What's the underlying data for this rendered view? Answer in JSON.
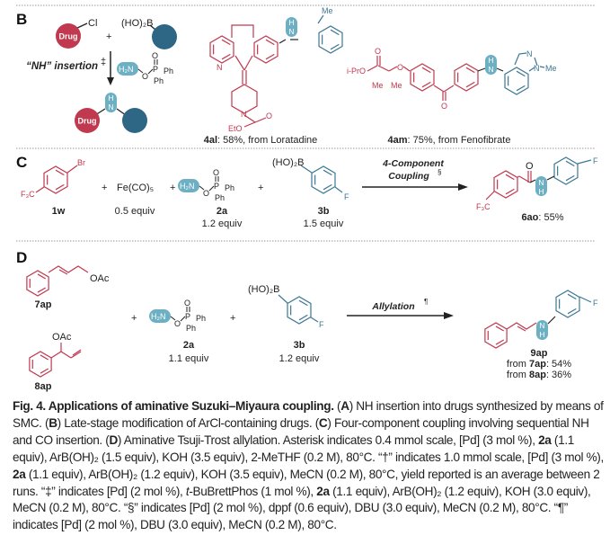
{
  "colors": {
    "drug": "#c0394f",
    "partner": "#2e6685",
    "nh": "#6db0c3",
    "blue_struct": "#3d7893"
  },
  "panel_b": {
    "label": "B",
    "drug": "Drug",
    "cl": "Cl",
    "plus": "+",
    "boronic": "(HO)₂B",
    "insertion": "“NH” insertion",
    "insertion_mark": "‡",
    "reagent": {
      "h2n": "H₂N",
      "o": "O",
      "p": "P",
      "o_top": "O",
      "ph1": "Ph",
      "ph2": "Ph"
    },
    "product_h": "H",
    "product_n": "N",
    "product_drug": "Drug",
    "cmpd_4al": {
      "n_ring": "N",
      "n_pip": "N",
      "eto": "EtO",
      "o": "O",
      "h": "H",
      "n": "N",
      "me": "Me",
      "id": "4al",
      "caption": ": 58%, from Loratadine"
    },
    "cmpd_4am": {
      "ipro": "i-PrO",
      "o1": "O",
      "o2": "O",
      "o3": "O",
      "me1": "Me",
      "me2": "Me",
      "h": "H",
      "n": "N",
      "n1": "N",
      "n2": "N",
      "me3": "Me",
      "id": "4am",
      "caption": ": 75%, from Fenofibrate"
    }
  },
  "panel_c": {
    "label": "C",
    "br": "Br",
    "f3c": "F₃C",
    "id_1w": "1w",
    "plus": "+",
    "feco": "Fe(CO)₅",
    "feco_equiv": "0.5 equiv",
    "reagent": {
      "h2n": "H₂N",
      "o": "O",
      "p": "P",
      "o_top": "O",
      "ph1": "Ph",
      "ph2": "Ph"
    },
    "id_2a": "2a",
    "equiv_2a": "1.2 equiv",
    "boronic": "(HO)₂B",
    "f": "F",
    "id_3b": "3b",
    "equiv_3b": "1.5 equiv",
    "arrow_line1": "4-Component",
    "arrow_line2": "Coupling",
    "arrow_mark": "§",
    "product": {
      "o": "O",
      "n": "N",
      "h": "H",
      "f": "F",
      "f3c": "F₃C",
      "id": "6ao",
      "yield": ": 55%"
    }
  },
  "panel_d": {
    "label": "D",
    "oac1": "OAc",
    "id_7ap": "7ap",
    "oac2": "OAc",
    "id_8ap": "8ap",
    "plus": "+",
    "reagent": {
      "h2n": "H₂N",
      "o": "O",
      "p": "P",
      "o_top": "O",
      "ph1": "Ph",
      "ph2": "Ph"
    },
    "id_2a": "2a",
    "equiv_2a": "1.1 equiv",
    "boronic": "(HO)₂B",
    "f": "F",
    "id_3b": "3b",
    "equiv_3b": "1.2 equiv",
    "arrow_label": "Allylation",
    "arrow_mark": "¶",
    "product": {
      "n": "N",
      "h": "H",
      "f": "F",
      "id": "9ap",
      "from1_pre": "from ",
      "from1_id": "7ap",
      "from1_yield": ": 54%",
      "from2_pre": "from ",
      "from2_id": "8ap",
      "from2_yield": ": 36%"
    }
  },
  "caption": [
    {
      "text": "Fig. 4. Applications of aminative Suzuki–Miyaura coupling.",
      "style": "b"
    },
    {
      "text": " (",
      "style": ""
    },
    {
      "text": "A",
      "style": "b"
    },
    {
      "text": ") NH insertion into drugs synthesized by means of SMC. (",
      "style": ""
    },
    {
      "text": "B",
      "style": "b"
    },
    {
      "text": ") Late-stage modification of ArCl-containing drugs. (",
      "style": ""
    },
    {
      "text": "C",
      "style": "b"
    },
    {
      "text": ") Four-component coupling involving sequential NH and CO insertion. (",
      "style": ""
    },
    {
      "text": "D",
      "style": "b"
    },
    {
      "text": ") Aminative Tsuji-Trost allylation. Asterisk indicates 0.4 mmol scale, [Pd] (3 mol %), ",
      "style": ""
    },
    {
      "text": "2a",
      "style": "b"
    },
    {
      "text": " (1.1 equiv), ArB(OH)₂ (1.5 equiv), KOH (3.5 equiv), 2-MeTHF (0.2 M), 80°C. “†” indicates 1.0 mmol scale, [Pd] (3 mol %), ",
      "style": ""
    },
    {
      "text": "2a",
      "style": "b"
    },
    {
      "text": " (1.1 equiv), ArB(OH)₂ (1.2 equiv), KOH (3.5 equiv), MeCN (0.2 M), 80°C, yield reported is an average between 2 runs. “‡” indicates [Pd] (2 mol %), ",
      "style": ""
    },
    {
      "text": "t",
      "style": "i"
    },
    {
      "text": "-BuBrettPhos (1 mol %), ",
      "style": ""
    },
    {
      "text": "2a",
      "style": "b"
    },
    {
      "text": " (1.1 equiv), ArB(OH)₂ (1.2 equiv), KOH (3.0 equiv), MeCN (0.2 M), 80°C. “§” indicates [Pd] (2 mol %), dppf (0.6 equiv), DBU (3.0 equiv), MeCN (0.2 M), 80°C. “¶” indicates [Pd] (2 mol %), DBU (3.0 equiv), MeCN (0.2 M), 80°C.",
      "style": ""
    }
  ]
}
